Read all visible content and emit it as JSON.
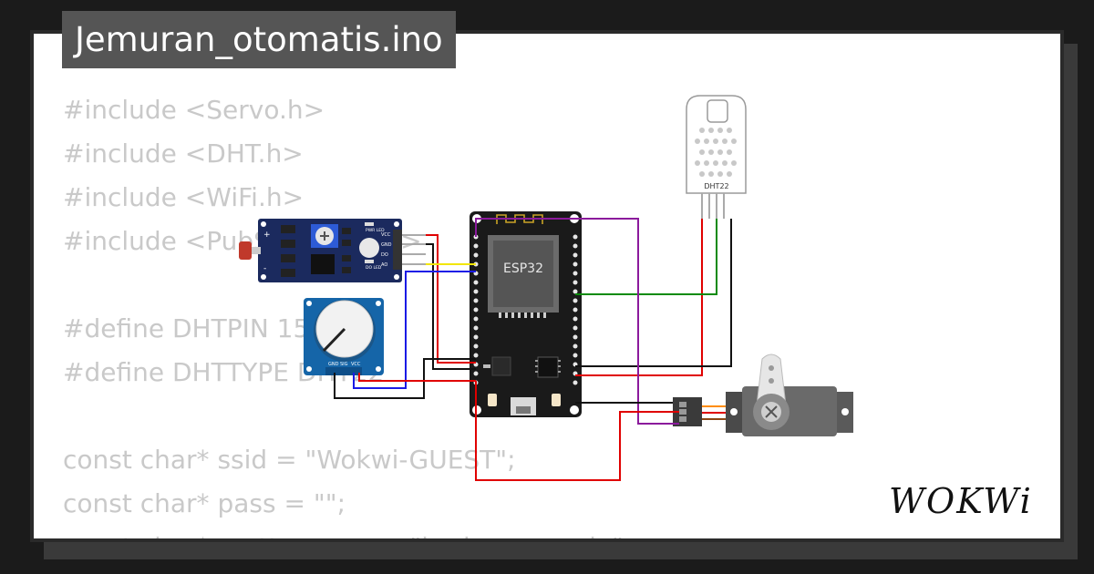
{
  "title": "Jemuran_otomatis.ino",
  "code_lines": [
    "#include <Servo.h>",
    "#include <DHT.h>",
    "#include <WiFi.h>",
    "#include <PubSubClient.h>",
    "",
    "#define DHTPIN 15",
    "#define DHTTYPE DHT22",
    "",
    "const char* ssid = \"Wokwi-GUEST\";",
    "const char* pass = \"\";",
    "const char* mqtt_server = \"broker.emqx.io\";"
  ],
  "components": {
    "mcu_label": "ESP32",
    "dht_label": "DHT22",
    "ldr_module": {
      "pin_labels": [
        "VCC",
        "GND",
        "DO",
        "AO"
      ],
      "led_labels": [
        "PWR LED",
        "DO LED"
      ]
    },
    "pot_pin_labels": [
      "GND",
      "SIG",
      "VCC"
    ]
  },
  "wire_colors": {
    "red": "#e00000",
    "black": "#111111",
    "blue": "#1a1ae6",
    "yellow": "#f2e600",
    "green": "#0a8a0a",
    "purple": "#8b1a9c"
  },
  "brand": "WOKWi"
}
